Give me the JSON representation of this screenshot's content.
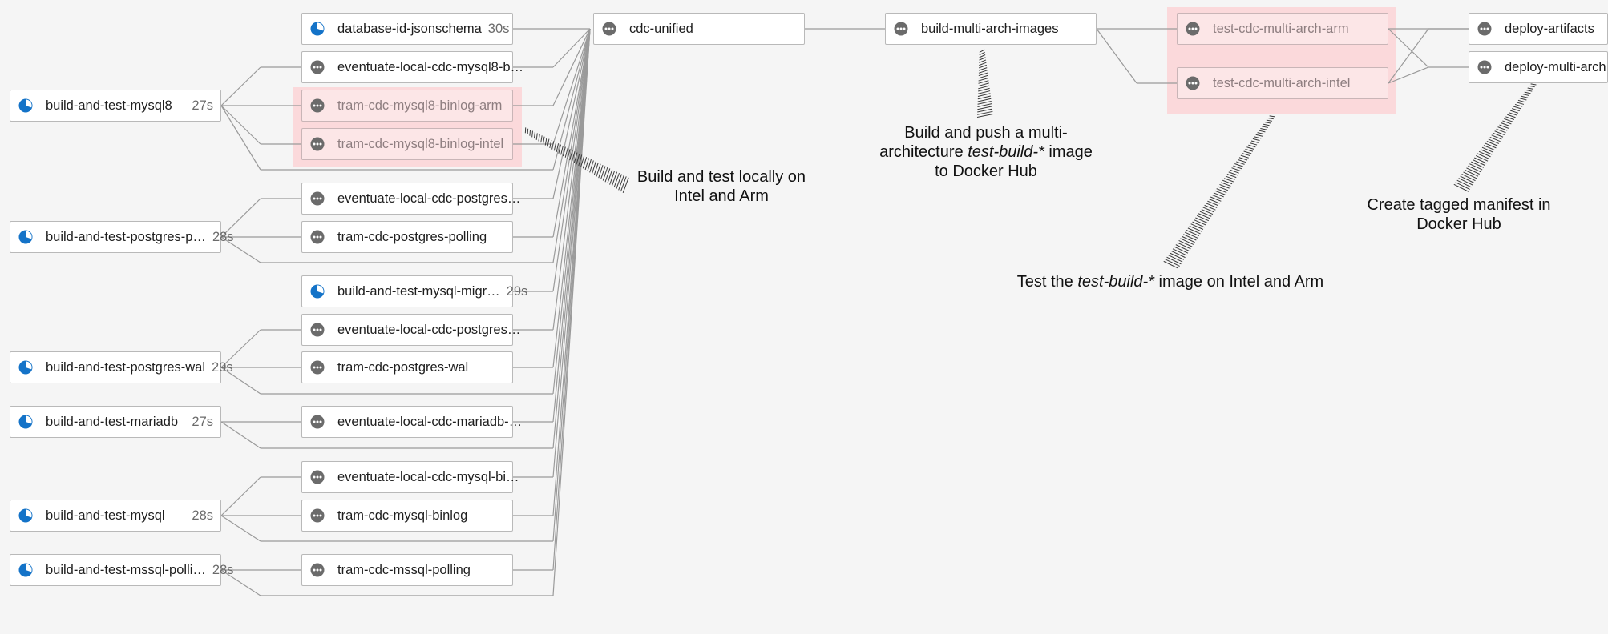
{
  "workflow": {
    "col1": [
      {
        "name": "build-and-test-mysql8",
        "duration": "27s",
        "status": "running"
      },
      {
        "name": "build-and-test-postgres-p…",
        "duration": "28s",
        "status": "running"
      },
      {
        "name": "build-and-test-postgres-wal",
        "duration": "29s",
        "status": "running"
      },
      {
        "name": "build-and-test-mariadb",
        "duration": "27s",
        "status": "running"
      },
      {
        "name": "build-and-test-mysql",
        "duration": "28s",
        "status": "running"
      },
      {
        "name": "build-and-test-mssql-polli…",
        "duration": "28s",
        "status": "running"
      }
    ],
    "col2": [
      {
        "name": "database-id-jsonschema",
        "duration": "30s",
        "status": "running"
      },
      {
        "name": "eventuate-local-cdc-mysql8-b…",
        "duration": "",
        "status": "pending"
      },
      {
        "name": "tram-cdc-mysql8-binlog-arm",
        "duration": "",
        "status": "pending"
      },
      {
        "name": "tram-cdc-mysql8-binlog-intel",
        "duration": "",
        "status": "pending"
      },
      {
        "name": "eventuate-local-cdc-postgres…",
        "duration": "",
        "status": "pending"
      },
      {
        "name": "tram-cdc-postgres-polling",
        "duration": "",
        "status": "pending"
      },
      {
        "name": "build-and-test-mysql-migr…",
        "duration": "29s",
        "status": "running"
      },
      {
        "name": "eventuate-local-cdc-postgres…",
        "duration": "",
        "status": "pending"
      },
      {
        "name": "tram-cdc-postgres-wal",
        "duration": "",
        "status": "pending"
      },
      {
        "name": "eventuate-local-cdc-mariadb-…",
        "duration": "",
        "status": "pending"
      },
      {
        "name": "eventuate-local-cdc-mysql-bi…",
        "duration": "",
        "status": "pending"
      },
      {
        "name": "tram-cdc-mysql-binlog",
        "duration": "",
        "status": "pending"
      },
      {
        "name": "tram-cdc-mssql-polling",
        "duration": "",
        "status": "pending"
      }
    ],
    "col3": [
      {
        "name": "cdc-unified",
        "duration": "",
        "status": "pending"
      }
    ],
    "col4": [
      {
        "name": "build-multi-arch-images",
        "duration": "",
        "status": "pending"
      }
    ],
    "col5": [
      {
        "name": "test-cdc-multi-arch-arm",
        "duration": "",
        "status": "pending"
      },
      {
        "name": "test-cdc-multi-arch-intel",
        "duration": "",
        "status": "pending"
      }
    ],
    "col6": [
      {
        "name": "deploy-artifacts",
        "duration": "",
        "status": "pending"
      },
      {
        "name": "deploy-multi-arch",
        "duration": "",
        "status": "pending"
      }
    ]
  },
  "annotations": {
    "local_build": {
      "line1": "Build and test locally on",
      "line2": "Intel and Arm"
    },
    "multi_arch": {
      "line1": "Build and push a multi-",
      "line2_pre": "architecture ",
      "line2_em": "test-build-*",
      "line2_post": " image",
      "line3": "to Docker Hub"
    },
    "test_image": {
      "pre": "Test the ",
      "em": "test-build-*",
      "post": " image on Intel and Arm"
    },
    "manifest": {
      "line1": "Create tagged manifest in",
      "line2": "Docker Hub"
    }
  },
  "colors": {
    "running": "#1473c8",
    "pending": "#6b6b6b",
    "highlight": "#fbd3d6",
    "connector": "#9a9a9a"
  },
  "icons": {
    "running": "running-status-icon",
    "pending": "pending-status-icon"
  }
}
